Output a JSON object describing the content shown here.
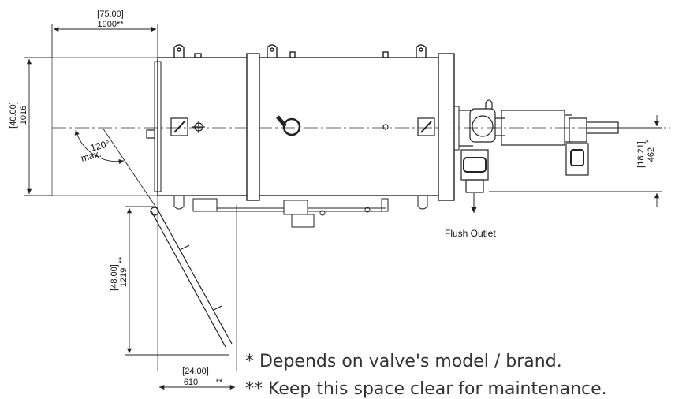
{
  "dimensions": {
    "top_width_in": "[75.00]",
    "top_width_mm": "1900**",
    "left_height_in": "[40.00]",
    "left_height_mm": "1016",
    "right_height_in": "[18.21]",
    "right_height_mm": "462",
    "right_height_mark": "*",
    "ladder_len_in": "[48.00]",
    "ladder_len_mm": "1219",
    "ladder_len_mark": "**",
    "bottom_width_in": "[24.00]",
    "bottom_width_mm": "610",
    "bottom_width_mark": "**"
  },
  "angle": {
    "value": "120°",
    "label": "max."
  },
  "labels": {
    "flush_outlet": "Flush Outlet"
  },
  "notes": {
    "single": "*   Depends on valve's model / brand.",
    "double": "** Keep this space clear for maintenance."
  },
  "colors": {
    "line": "#222222",
    "note_text": "#333333"
  }
}
